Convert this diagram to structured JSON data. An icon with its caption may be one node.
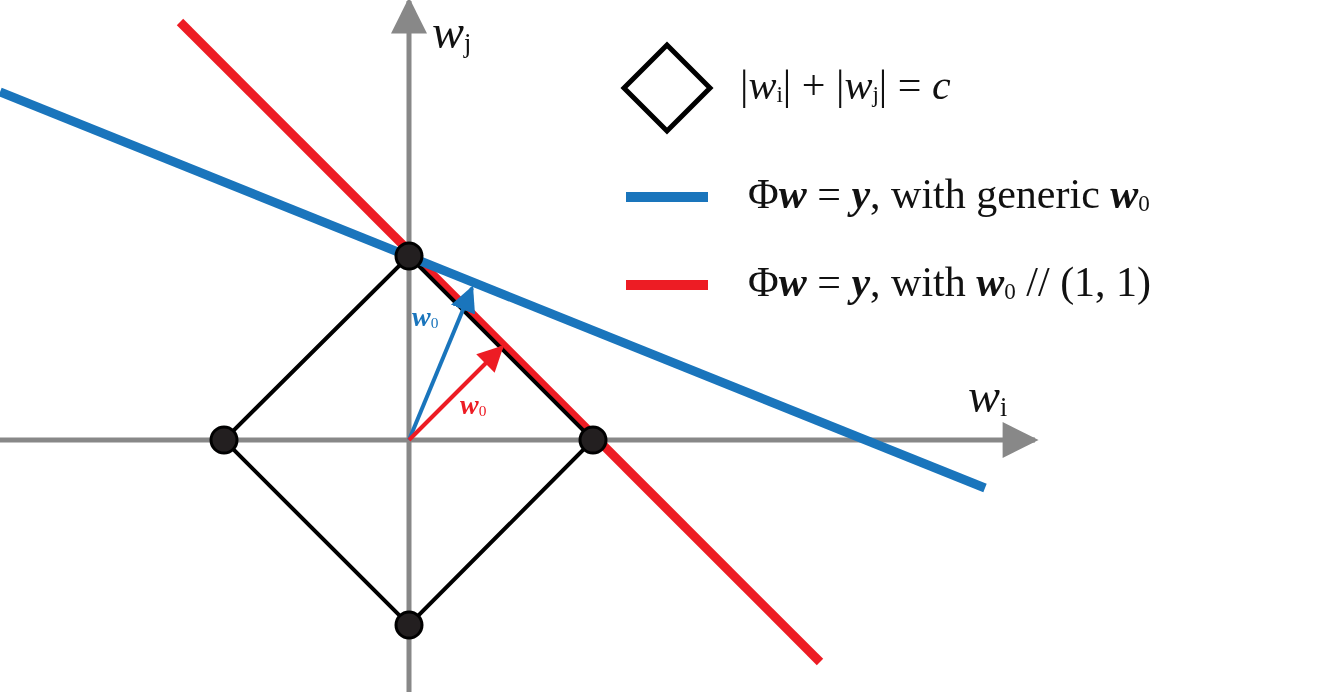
{
  "diagram": {
    "labels": [
      "*w*$_{j}$",
      "*w*$_{i}$",
      "**w**$_{0}$",
      "**w**$_{0}$"
    ],
    "legend": [
      {
        "text": "|*w*$_{i}$| + |*w*$_{j}$| = *c*"
      },
      {
        "text": "Φ**w** = **y**, with generic **w**$_{0}$"
      },
      {
        "text": "Φ**w** = **y**, with **w**$_{0}$ // (1, 1)"
      }
    ]
  }
}
